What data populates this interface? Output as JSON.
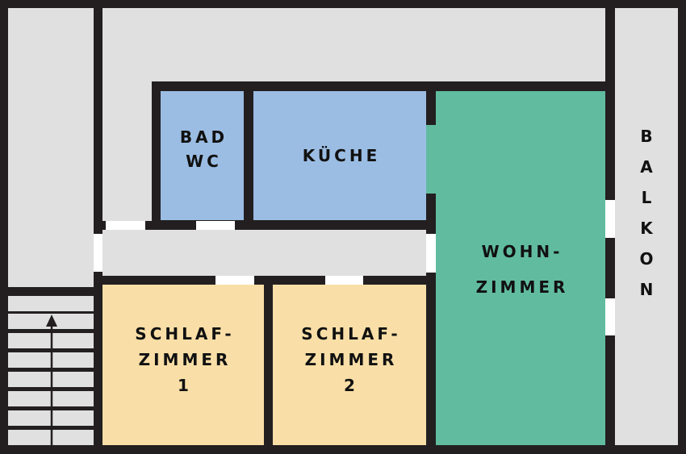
{
  "rooms": {
    "bad": {
      "line1": "BAD",
      "line2": "WC"
    },
    "kueche": {
      "label": "KÜCHE"
    },
    "wohnzimmer": {
      "line1": "WOHN-",
      "line2": "ZIMMER"
    },
    "schlaf1": {
      "line1": "SCHLAF-",
      "line2": "ZIMMER",
      "line3": "1"
    },
    "schlaf2": {
      "line1": "SCHLAF-",
      "line2": "ZIMMER",
      "line3": "2"
    },
    "balkon": {
      "letters": [
        "B",
        "A",
        "L",
        "K",
        "O",
        "N"
      ]
    }
  },
  "colors": {
    "wall": "#231f20",
    "circulation": "#e0e0e0",
    "wet": "#9bbde3",
    "living": "#61bc9f",
    "bedroom": "#f9dfa7"
  }
}
